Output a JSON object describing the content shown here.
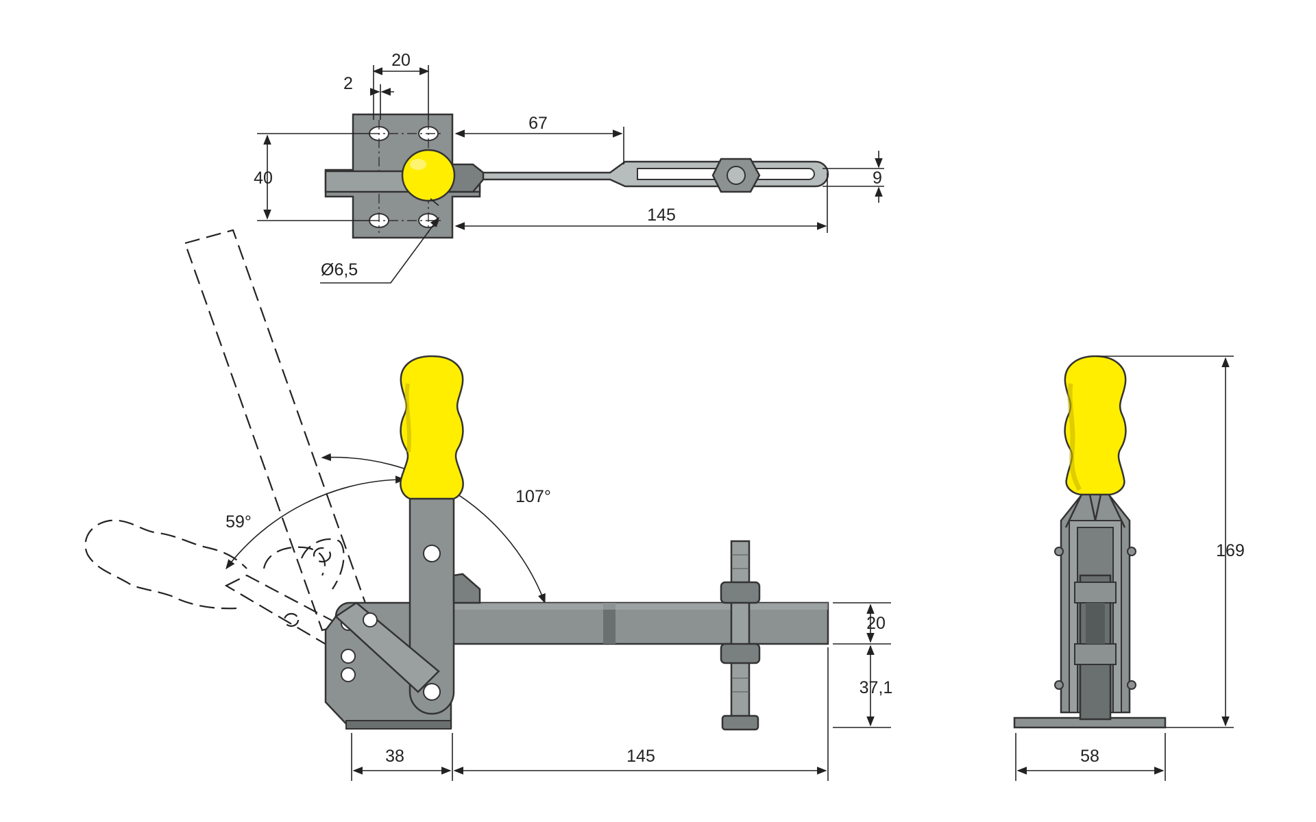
{
  "colors": {
    "steel": "#8c9191",
    "steel_dark": "#5d6363",
    "handle": "#ffee00",
    "handle_shade": "#c9b800",
    "line": "#222222"
  },
  "top_view": {
    "dim_width_20": "20",
    "dim_slot_2": "2",
    "dim_height_40": "40",
    "dim_arm_67": "67",
    "dim_arm_145": "145",
    "dim_slot_9": "9",
    "dim_hole_diameter": "Ø6,5"
  },
  "side_view": {
    "angle_open": "107°",
    "angle_handle": "59°",
    "dim_bar_20": "20",
    "dim_height_37_1": "37,1",
    "dim_base_38": "38",
    "dim_reach_145": "145"
  },
  "front_view": {
    "dim_height_169": "169",
    "dim_base_58": "58"
  }
}
